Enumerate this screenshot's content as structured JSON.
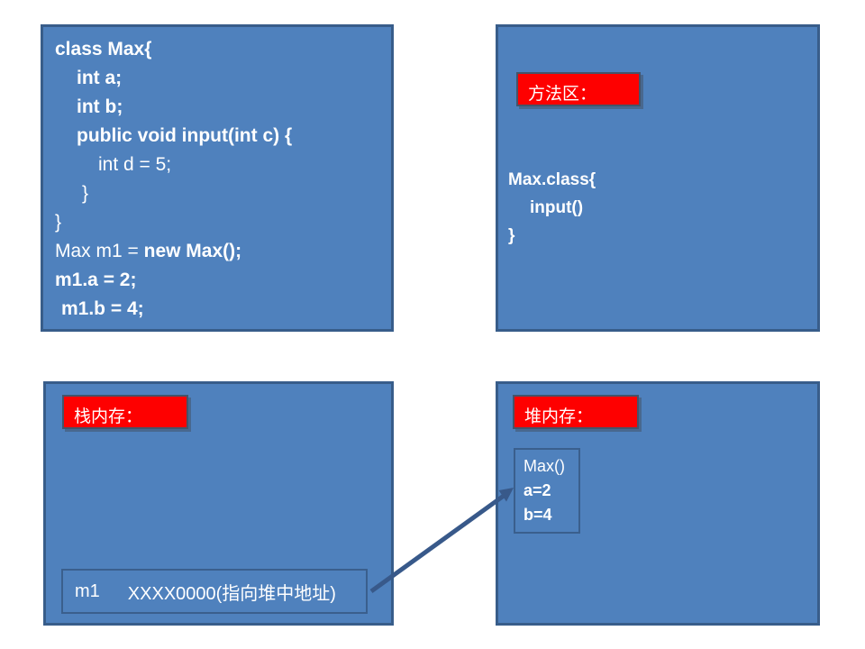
{
  "colors": {
    "box_fill": "#4F81BD",
    "box_border": "#385D8A",
    "label_bg": "#FE0000",
    "label_border": "#44546A",
    "inner_border": "#3A5F8D",
    "arrow": "#38598A",
    "text": "#FFFFFF",
    "page_bg": "#FFFFFF"
  },
  "code_panel": {
    "lines": [
      {
        "t1": "class Max{"
      },
      {
        "t1": "int a;"
      },
      {
        "t1": "int b;"
      },
      {
        "t1": "public void input(int c) {"
      },
      {
        "t1": "int d = 5;"
      },
      {
        "t1": "}"
      },
      {
        "t1": "}"
      },
      {
        "t1": "Max m1 = ",
        "t2": "new Max();"
      },
      {
        "t1": "m1.a = 2;"
      },
      {
        "t1": "m1.b = 4;"
      }
    ]
  },
  "method_area": {
    "label": "方法区：",
    "code_lines": [
      "Max.class{",
      "input()",
      "}"
    ]
  },
  "stack": {
    "label": "栈内存：",
    "variable_name": "m1",
    "variable_value": "XXXX0000(指向堆中地址)"
  },
  "heap": {
    "label": "堆内存：",
    "object_lines": [
      "Max()",
      "a=2",
      "b=4"
    ]
  }
}
